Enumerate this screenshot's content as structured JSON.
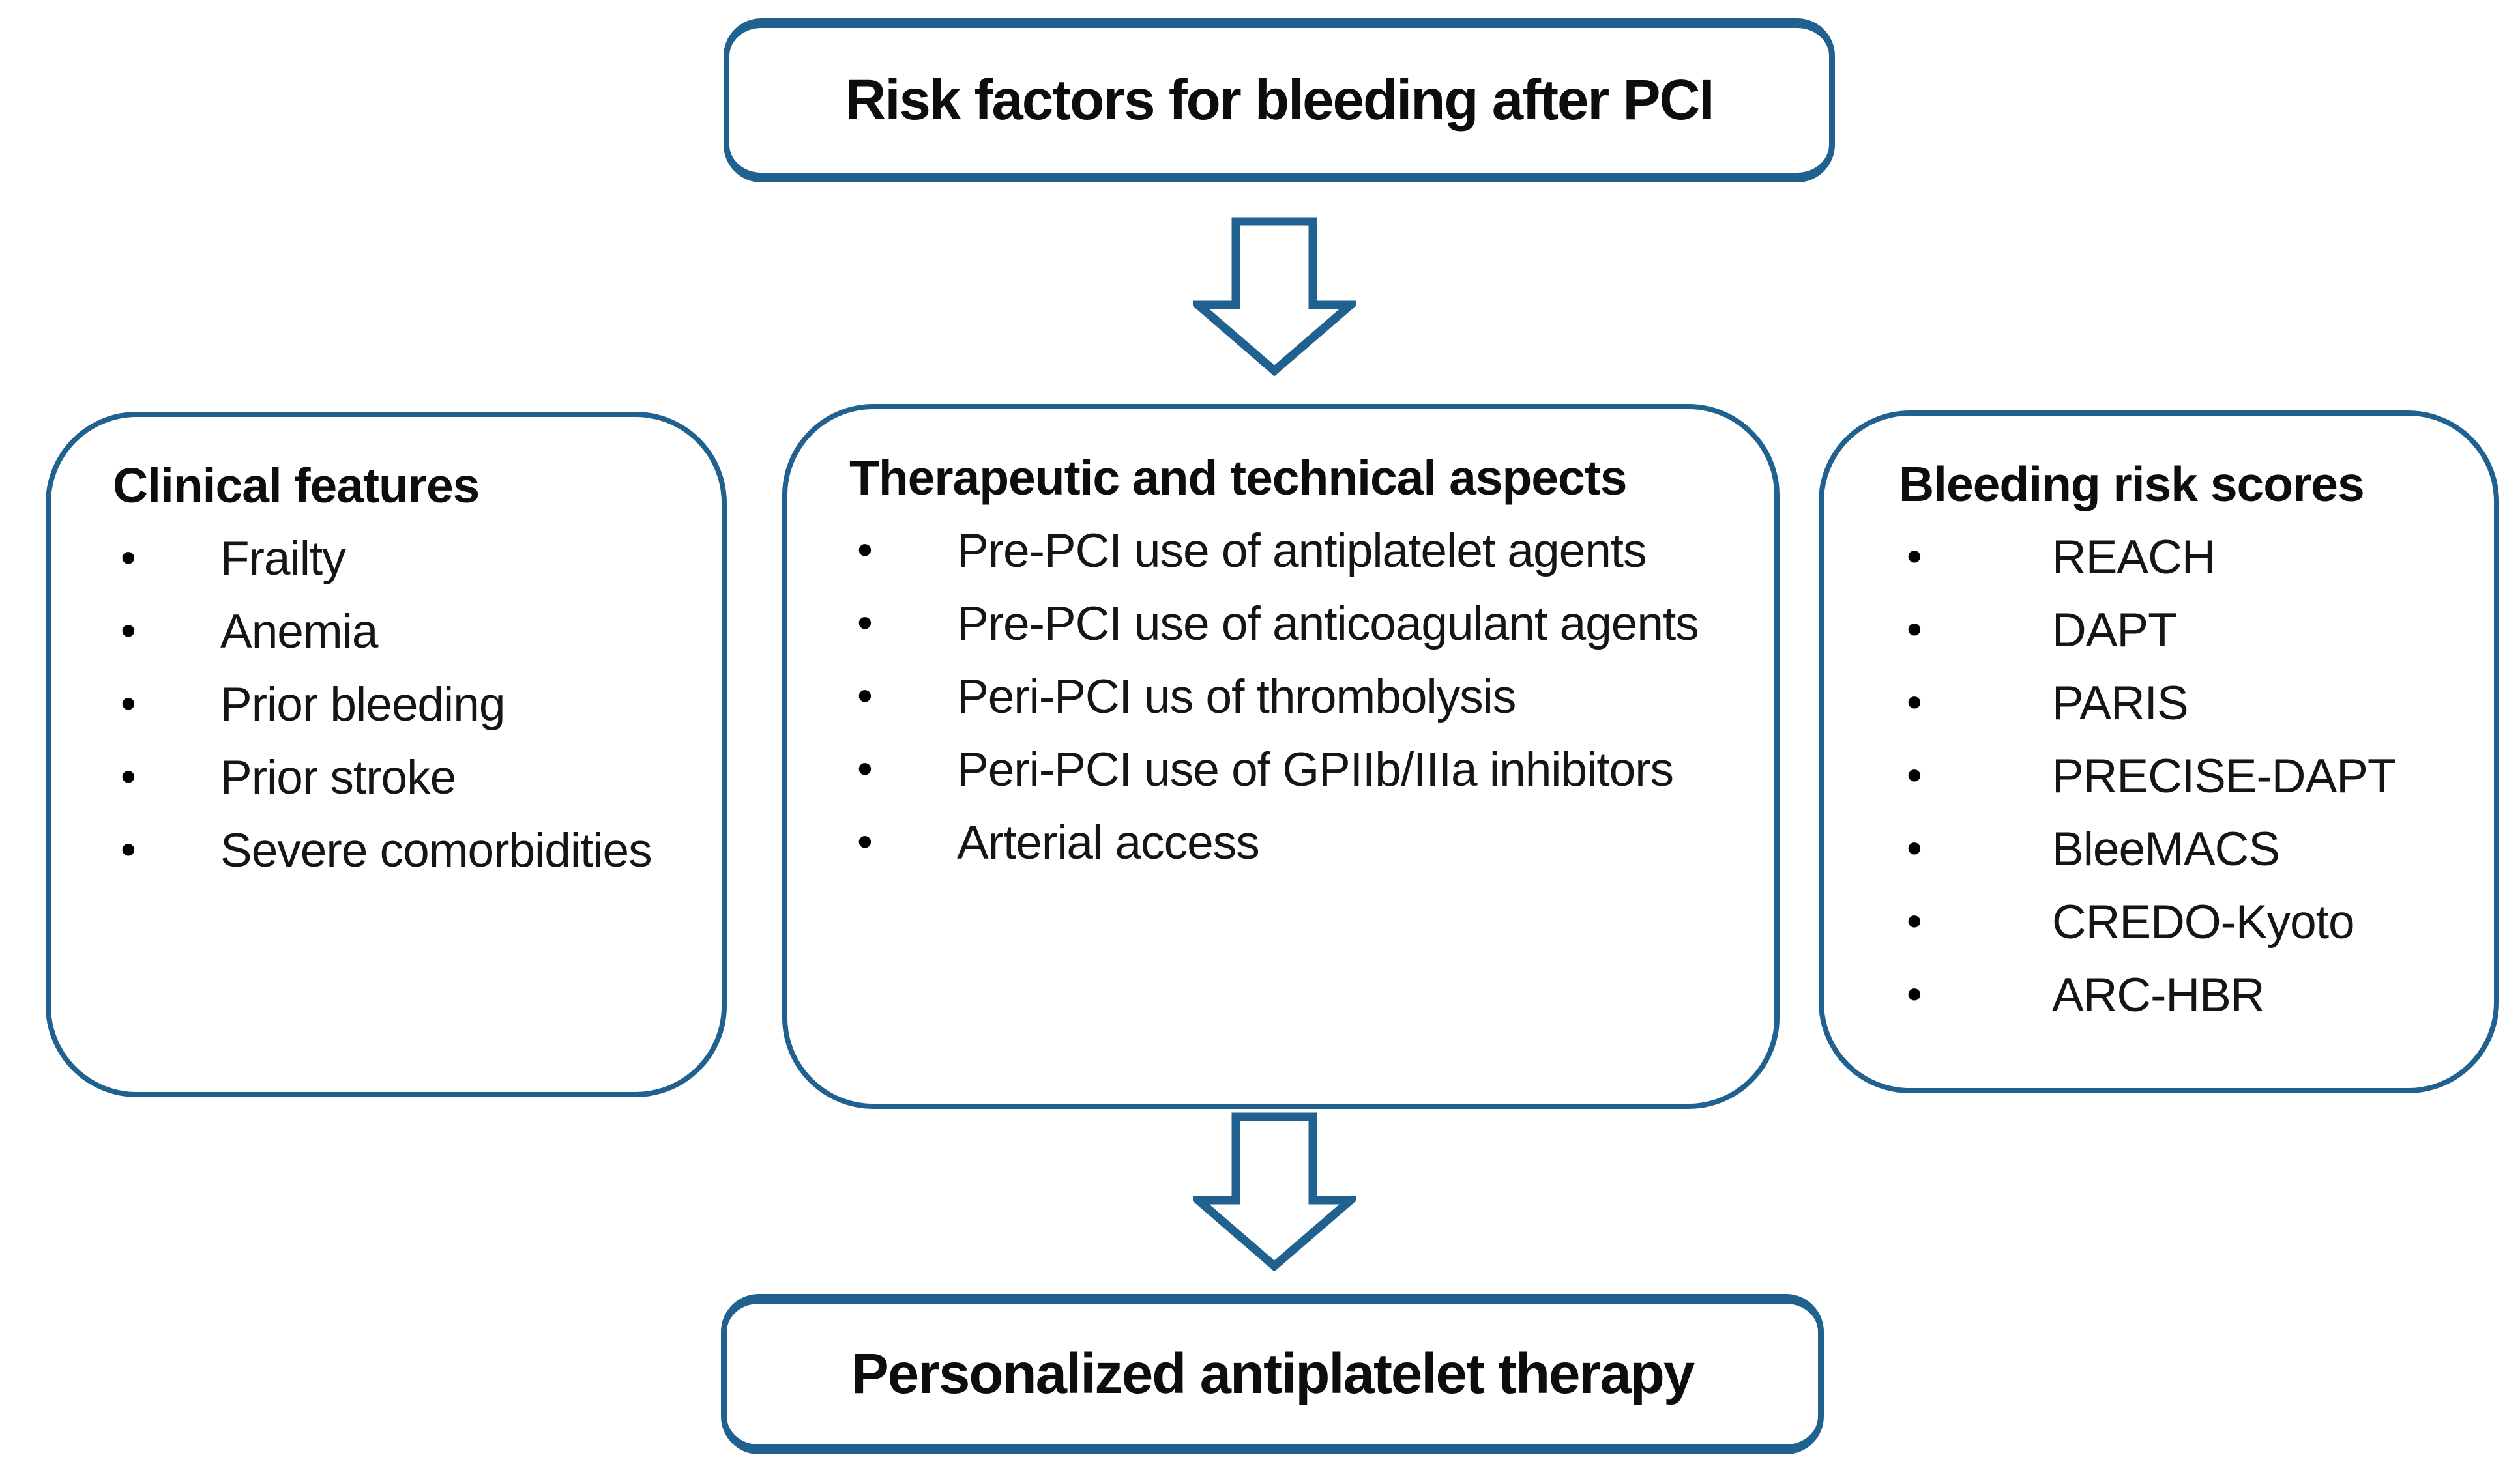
{
  "diagram": {
    "title_box": {
      "label": "Risk factors for bleeding after PCI"
    },
    "boxes": [
      {
        "heading": "Clinical features",
        "items": [
          "Frailty",
          "Anemia",
          "Prior bleeding",
          "Prior stroke",
          "Severe comorbidities"
        ]
      },
      {
        "heading": "Therapeutic and technical aspects",
        "items": [
          "Pre-PCI use of antiplatelet agents",
          "Pre-PCI use of anticoagulant agents",
          "Peri-PCI us of thrombolysis",
          "Peri-PCI use of GPIIb/IIIa inhibitors",
          "Arterial access"
        ]
      },
      {
        "heading": "Bleeding risk scores",
        "items": [
          "REACH",
          "DAPT",
          "PARIS",
          "PRECISE-DAPT",
          "BleeMACS",
          "CREDO-Kyoto",
          "ARC-HBR"
        ]
      }
    ],
    "outcome_box": {
      "label": "Personalized antiplatelet therapy"
    },
    "icons": [
      "down-arrow-icon",
      "down-arrow-icon"
    ],
    "colors": {
      "box_border": "#20618f",
      "arrow_outline": "#20618f",
      "arrow_fill": "#ffffff",
      "text": "#0d0d0d",
      "background": "#ffffff"
    }
  }
}
